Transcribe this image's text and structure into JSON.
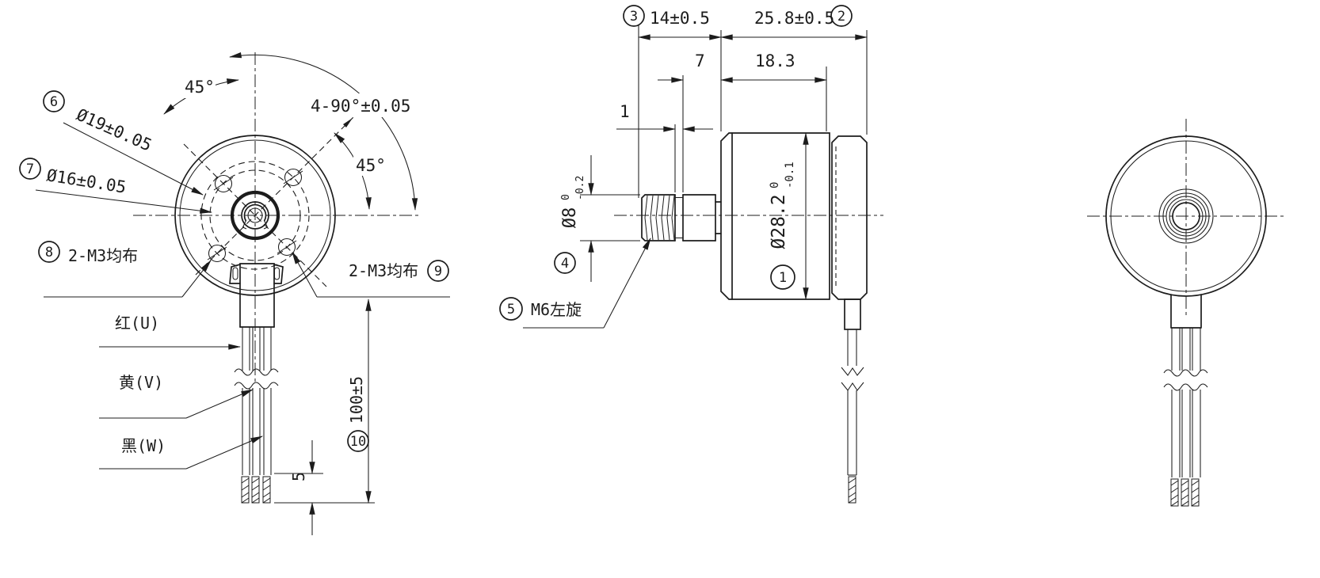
{
  "front_view": {
    "angle_top": "45°",
    "angle_right": "45°",
    "angle_pattern": "4-90°±0.05",
    "callout6": {
      "num": "6",
      "label": "Ø19±0.05"
    },
    "callout7": {
      "num": "7",
      "label": "Ø16±0.05"
    },
    "callout8": {
      "num": "8",
      "label": "2-M3均布"
    },
    "callout9": {
      "num": "9",
      "label": "2-M3均布"
    },
    "callout10": {
      "num": "10",
      "label": "100±5"
    },
    "wire_red": "红(U)",
    "wire_yellow": "黄(V)",
    "wire_black": "黑(W)",
    "strip_length": "5"
  },
  "side_view": {
    "callout1": {
      "num": "1",
      "label": "Ø28.2",
      "tol_sup": "0",
      "tol_sub": "-0.1"
    },
    "callout2": {
      "num": "2",
      "label": "25.8±0.5"
    },
    "callout3": {
      "num": "3",
      "label": "14±0.5"
    },
    "callout4": {
      "num": "4",
      "label": "Ø8",
      "tol_sup": "0",
      "tol_sub": "-0.2"
    },
    "callout5": {
      "num": "5",
      "label": "M6左旋"
    },
    "dim_unthreaded": "7",
    "dim_housing": "18.3",
    "dim_groove": "1"
  }
}
